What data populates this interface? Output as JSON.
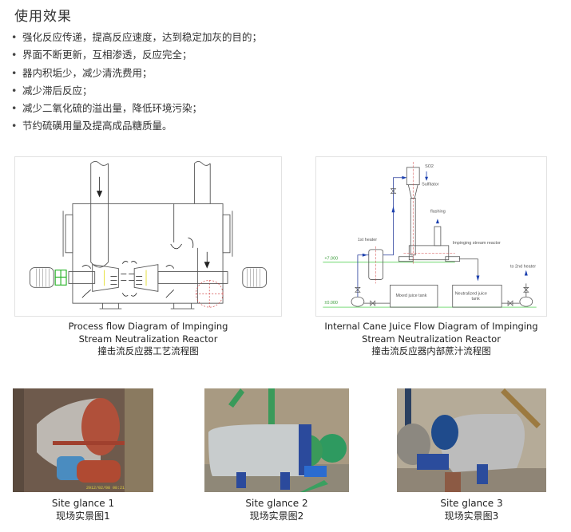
{
  "section": {
    "title": "使用效果",
    "bullet_glyph": "•",
    "bullets": [
      "强化反应传递，提高反应速度，达到稳定加灰的目的；",
      "界面不断更新，互相渗透，反应完全；",
      "器内积垢少，减少清洗费用；",
      "减少滞后反应；",
      "减少二氧化硫的溢出量，降低环境污染；",
      "节约硫磺用量及提高成品糖质量。"
    ]
  },
  "diagrams": [
    {
      "caption_en_1": "Process flow Diagram of Impinging",
      "caption_en_2": "Stream Neutralization Reactor",
      "caption_cn": "撞击流反应器工艺流程图"
    },
    {
      "caption_en_1": "Internal Cane Juice Flow Diagram of Impinging",
      "caption_en_2": "Stream Neutralization Reactor",
      "caption_cn": "撞击流反应器内部蔗汁流程图",
      "labels": {
        "so2": "SO2",
        "sulfitator": "Sulfitator",
        "flashing": "flashing",
        "first_heater": "1st heater",
        "reactor": "Impinging stream reactor",
        "level_high": "+7.000",
        "level_zero": "±0.000",
        "mixed_tank": "Mixed juice tank",
        "neutralized_tank_1": "Neutralized juice",
        "neutralized_tank_2": "tank",
        "second_heater": "to 2nd heater"
      }
    }
  ],
  "photos": [
    {
      "caption_en": "Site glance 1",
      "caption_cn": "现场实景图1",
      "timestamp": "2012/02/08 08:21"
    },
    {
      "caption_en": "Site glance 2",
      "caption_cn": "现场实景图2"
    },
    {
      "caption_en": "Site glance 3",
      "caption_cn": "现场实景图3"
    }
  ],
  "colors": {
    "line": "#555555",
    "arrow_blue": "#1a3fae",
    "level_green": "#7ddc7d",
    "motor_green": "#2fb52f",
    "red_dash": "#d04040"
  }
}
